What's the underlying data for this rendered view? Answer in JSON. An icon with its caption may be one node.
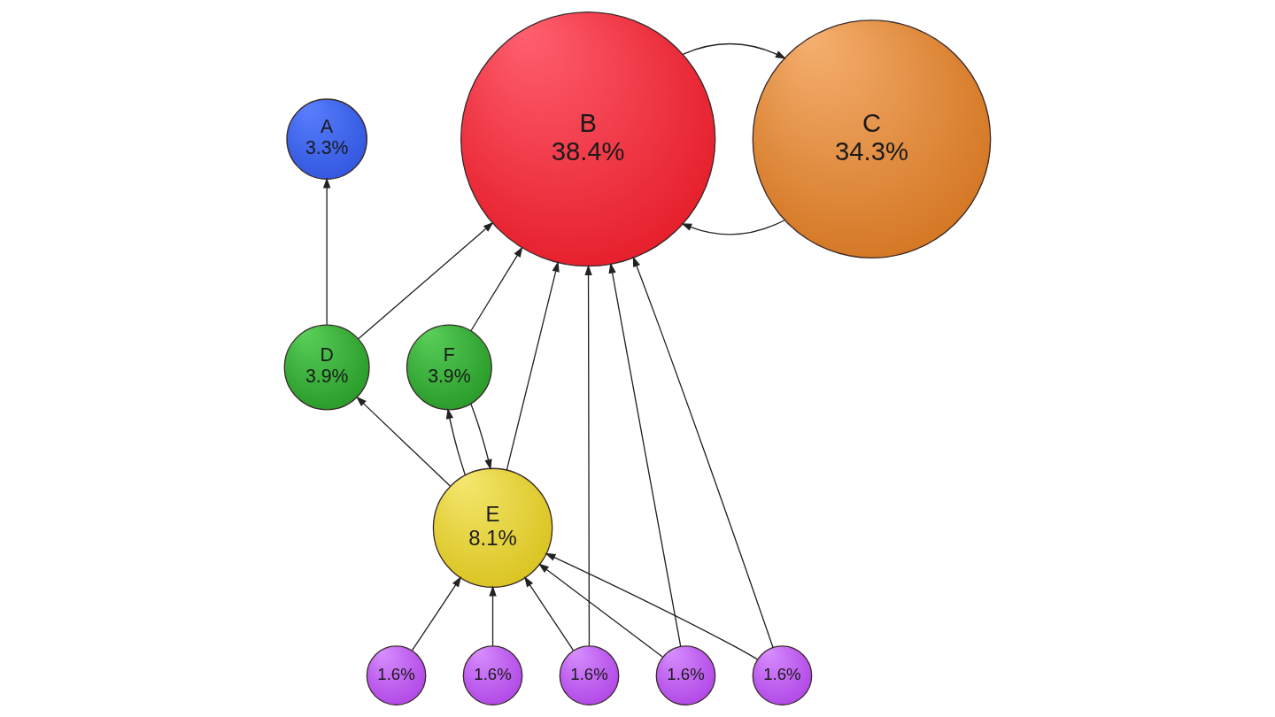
{
  "diagram": {
    "nodes": [
      {
        "text": [
          "A",
          "3.3%"
        ]
      },
      {
        "text": [
          "B",
          "38.4%"
        ]
      },
      {
        "text": [
          "C",
          "34.3%"
        ]
      },
      {
        "text": [
          "D",
          "3.9%"
        ]
      },
      {
        "text": [
          "E",
          "8.1%"
        ]
      },
      {
        "text": [
          "F",
          "3.9%"
        ]
      },
      {
        "text": [
          "1.6%"
        ]
      },
      {
        "text": [
          "1.6%"
        ]
      },
      {
        "text": [
          "1.6%"
        ]
      },
      {
        "text": [
          "1.6%"
        ]
      },
      {
        "text": [
          "1.6%"
        ]
      }
    ],
    "edges": [
      {
        "from": 1,
        "to": 2,
        "arrow": "to"
      },
      {
        "from": 2,
        "to": 1,
        "arrow": "to"
      },
      {
        "from": 3,
        "to": 0,
        "arrow": "to"
      },
      {
        "from": 3,
        "to": 1,
        "arrow": "to"
      },
      {
        "from": 4,
        "to": 1,
        "arrow": "to"
      },
      {
        "from": 4,
        "to": 3,
        "arrow": "to"
      },
      {
        "from": 4,
        "to": 5,
        "arrow": "to"
      },
      {
        "from": 5,
        "to": 4,
        "arrow": "to"
      },
      {
        "from": 5,
        "to": 1,
        "arrow": "to"
      },
      {
        "from": 6,
        "to": 1,
        "arrow": "to"
      },
      {
        "from": 6,
        "to": 4,
        "arrow": "to"
      },
      {
        "from": 7,
        "to": 1,
        "arrow": "to"
      },
      {
        "from": 7,
        "to": 4,
        "arrow": "to"
      },
      {
        "from": 8,
        "to": 1,
        "arrow": "to"
      },
      {
        "from": 8,
        "to": 4,
        "arrow": "to"
      },
      {
        "from": 9,
        "to": 4,
        "arrow": "to"
      },
      {
        "from": 10,
        "to": 4,
        "arrow": "to"
      }
    ]
  }
}
